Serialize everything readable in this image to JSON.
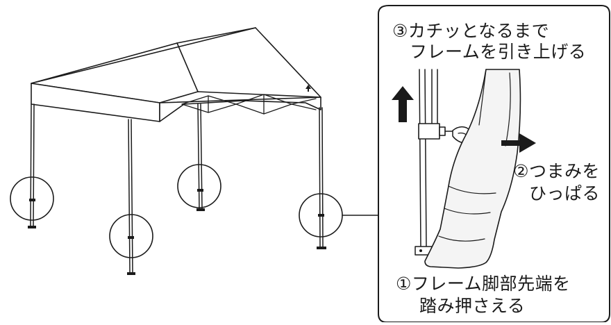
{
  "instructions": {
    "step3": {
      "line1": "③カチッとなるまで",
      "line2": "フレームを引き上げる"
    },
    "step2": {
      "line1": "②つまみを",
      "line2": "ひっぱる"
    },
    "step1": {
      "line1": "①フレーム脚部先端を",
      "line2": "踏み押さえる"
    }
  },
  "icons": {
    "up_arrow": "arrow-up",
    "right_arrow": "arrow-right"
  },
  "colors": {
    "line": "#1a1a1a",
    "background": "#ffffff",
    "shoe_shade": "#f4f4f4"
  }
}
